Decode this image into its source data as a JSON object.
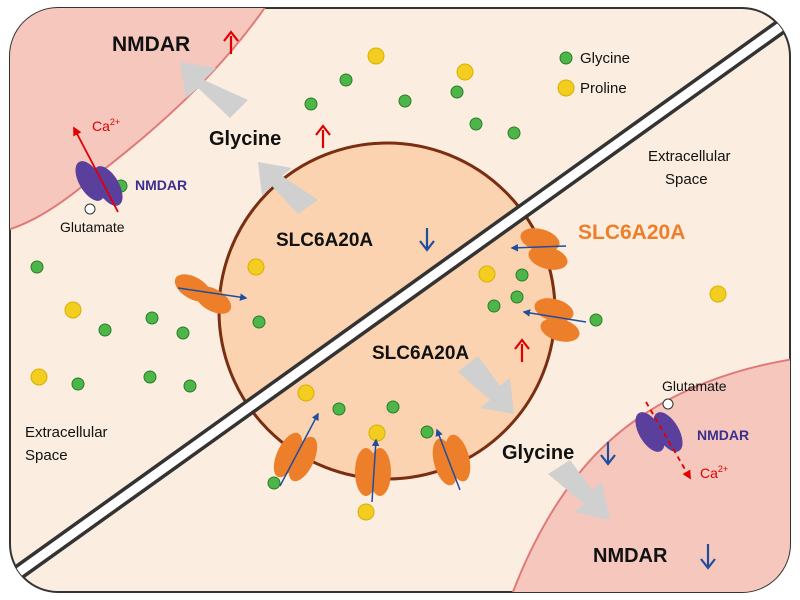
{
  "legend": {
    "glycine": "Glycine",
    "proline": "Proline"
  },
  "labels": {
    "nmdar_up": "NMDAR",
    "nmdar_down": "NMDAR",
    "glycine_up": "Glycine",
    "glycine_down": "Glycine",
    "slc_down": "SLC6A20A",
    "slc_up": "SLC6A20A",
    "slc_orange": "SLC6A20A",
    "nmdar_receptor_left": "NMDAR",
    "nmdar_receptor_right": "NMDAR",
    "glutamate_left": "Glutamate",
    "glutamate_right": "Glutamate",
    "ca_left": "Ca",
    "ca_right": "Ca",
    "ca_sup": "2+",
    "extracellular_top_line1": "Extracellular",
    "extracellular_top_line2": "Space",
    "extracellular_bottom_line1": "Extracellular",
    "extracellular_bottom_line2": "Space"
  },
  "colors": {
    "background": "#fbeee0",
    "cell_fill": "#fbd3b0",
    "cell_stroke": "#7a2e12",
    "neuron_fill": "#f6c7bd",
    "neuron_stroke": "#e07a78",
    "glycine": "#4cb748",
    "proline": "#f3cd1f",
    "transporter": "#ee7f2a",
    "receptor": "#5b3f9d",
    "up_arrow": "#e00000",
    "down_arrow": "#1f4e9e",
    "text_orange": "#ee7f2a",
    "text_purple": "#3b2f8e",
    "gray_arrow": "#cfcfcf"
  }
}
